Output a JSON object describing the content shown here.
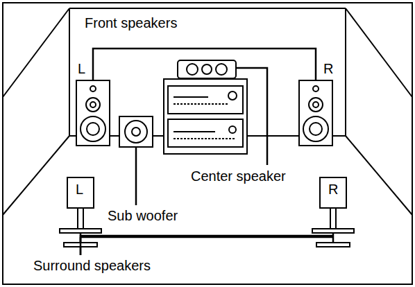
{
  "diagram": {
    "labels": [
      "Front speakers",
      "L",
      "R",
      "Center speaker",
      "L",
      "Sub woofer",
      "R",
      "Surround speakers"
    ]
  }
}
